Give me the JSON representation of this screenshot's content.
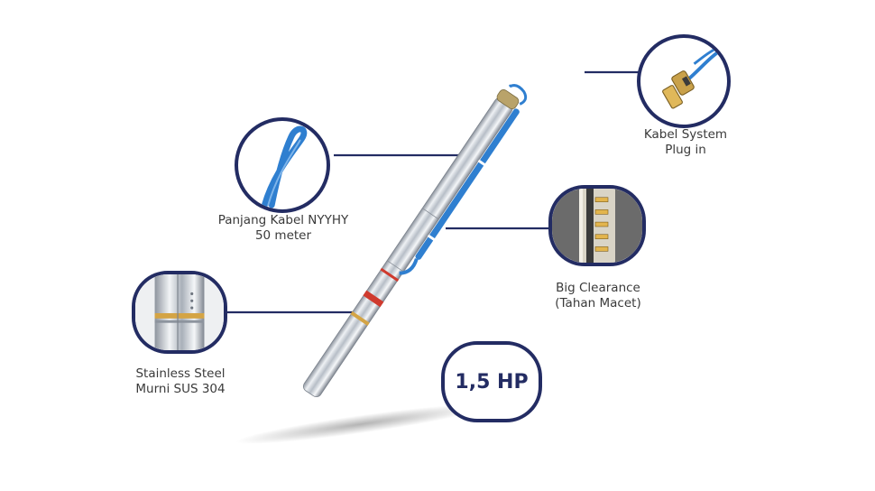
{
  "callouts": {
    "cable_length": {
      "line1": "Panjang Kabel NYYHY",
      "line2": "50 meter"
    },
    "plug_in": {
      "line1": "Kabel System",
      "line2": "Plug in"
    },
    "clearance": {
      "line1": "Big Clearance",
      "line2": "(Tahan Macet)"
    },
    "stainless": {
      "line1": "Stainless Steel",
      "line2": "Murni SUS 304"
    }
  },
  "badge": {
    "power": "1,5 HP"
  },
  "colors": {
    "accent": "#232c63",
    "cable": "#2f7fd0",
    "steel": "#c9ced6"
  }
}
